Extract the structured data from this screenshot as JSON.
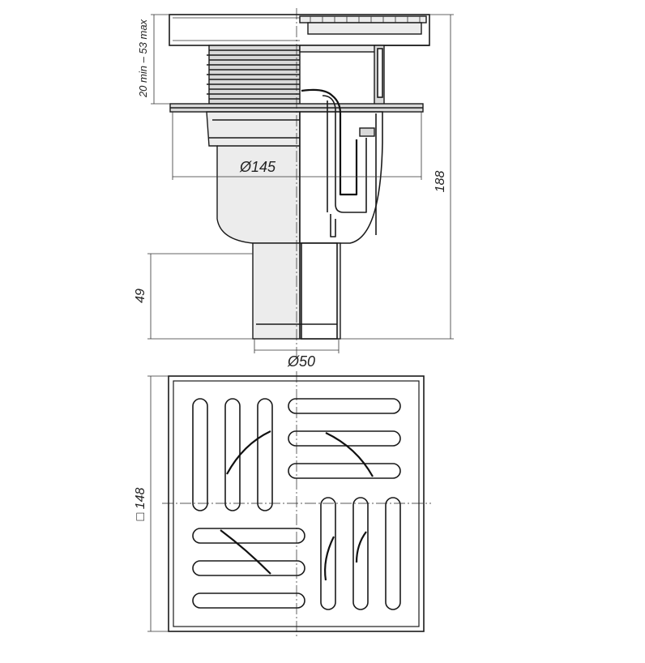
{
  "dimensions": {
    "height_range": "20 min – 53 max",
    "body_diameter": "Ø145",
    "total_height": "188",
    "outlet_height": "49",
    "outlet_diameter": "Ø50",
    "grate_size": "□ 148"
  },
  "colors": {
    "line": "#1a1a1a",
    "fill_gray": "#d9d9d9",
    "background": "#ffffff"
  }
}
